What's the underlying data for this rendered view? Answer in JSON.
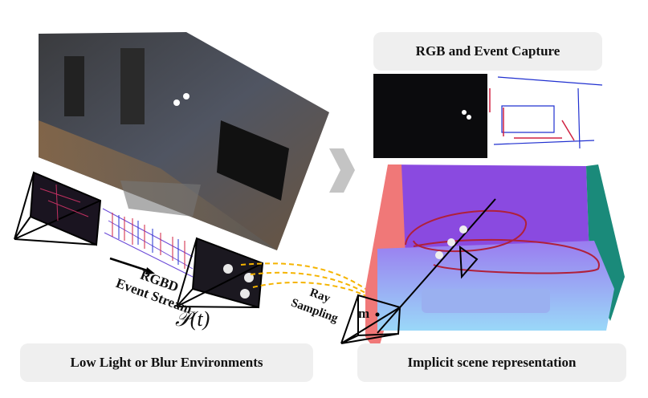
{
  "labels": {
    "capture": "RGB and Event Capture",
    "low_light": "Low Light or Blur Environments",
    "implicit": "Implicit scene representation",
    "stream_line1": "RGBD",
    "stream_line2": "Event Stream",
    "pose": "𝒫(t)",
    "ray_line1": "Ray",
    "ray_line2": "Sampling",
    "point": "m"
  },
  "colors": {
    "ray": "#f5b400",
    "trajectory": "#b0203a",
    "arrow": "#c4c4c4",
    "box": "#efefef"
  }
}
